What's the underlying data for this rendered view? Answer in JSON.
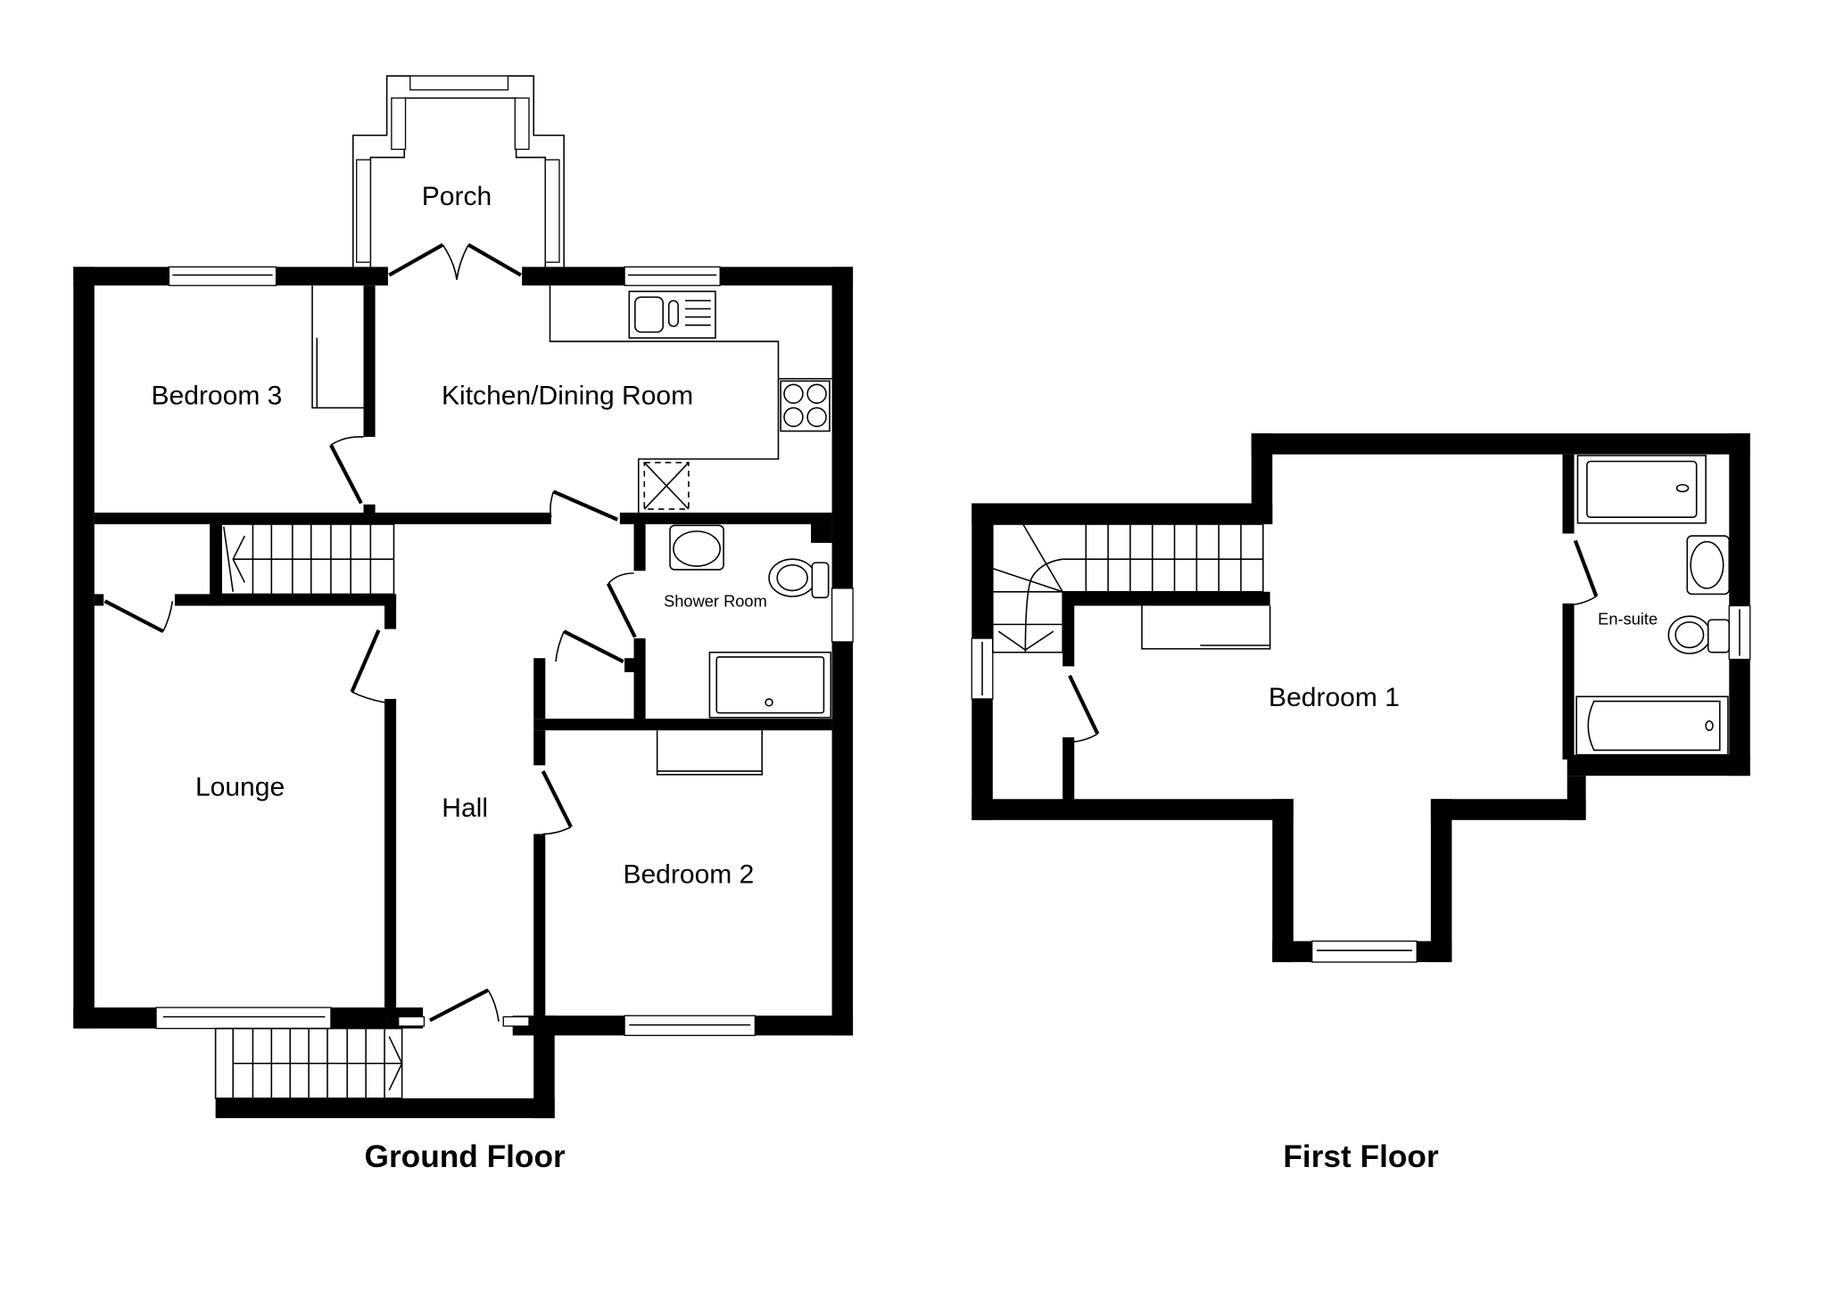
{
  "floors": [
    {
      "title": "Ground Floor",
      "rooms": [
        {
          "name": "Porch"
        },
        {
          "name": "Bedroom 3"
        },
        {
          "name": "Kitchen/Dining Room"
        },
        {
          "name": "Shower Room"
        },
        {
          "name": "Lounge"
        },
        {
          "name": "Hall"
        },
        {
          "name": "Bedroom 2"
        }
      ]
    },
    {
      "title": "First Floor",
      "rooms": [
        {
          "name": "Bedroom 1"
        },
        {
          "name": "En-suite"
        }
      ]
    }
  ],
  "colors": {
    "wall": "#000000",
    "background": "#ffffff"
  }
}
